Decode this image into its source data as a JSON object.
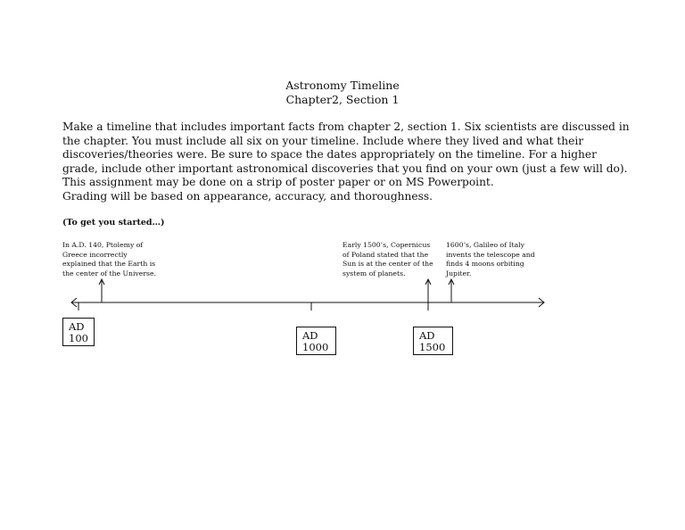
{
  "header": {
    "title": "Astronomy Timeline",
    "subtitle": "Chapter2, Section 1"
  },
  "instructions": {
    "paragraph1": "Make a timeline that includes important facts from chapter 2, section 1.  Six scientists are discussed in the chapter.  You must include all six on your timeline.  Include where they lived and what their discoveries/theories were.  Be sure to space the dates appropriately on the timeline.  For a higher grade, include other important astronomical discoveries that you find on your own (just a few will do).  This assignment may be done on a strip of poster paper or on MS Powerpoint.",
    "paragraph2": "Grading will be based on appearance, accuracy, and thoroughness."
  },
  "starter_label": "(To get you started…)",
  "timeline": {
    "events": [
      {
        "text": "In A.D. 140, Ptolemy of Greece incorrectly explained that the Earth is the center of the Universe."
      },
      {
        "text": "Early 1500’s, Copernicus of Poland stated that the Sun is at the center of the system of planets."
      },
      {
        "text": "1600’s, Galileo of Italy invents the telescope and finds 4 moons orbiting Jupiter."
      }
    ],
    "date_boxes": [
      {
        "label": "AD 100"
      },
      {
        "label": "AD 1000"
      },
      {
        "label": "AD 1500"
      }
    ]
  }
}
